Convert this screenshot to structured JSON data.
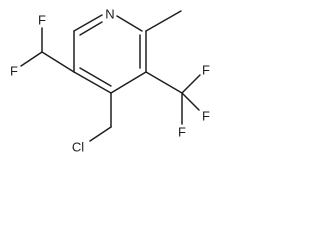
{
  "molecule": {
    "atoms": {
      "n1": "N",
      "f_a": "F",
      "f_b": "F",
      "f_c": "F",
      "f_d": "F",
      "f_e": "F",
      "cl": "Cl"
    },
    "bond_color": "#1e1e1e",
    "label_color": "#1e1e1e"
  }
}
